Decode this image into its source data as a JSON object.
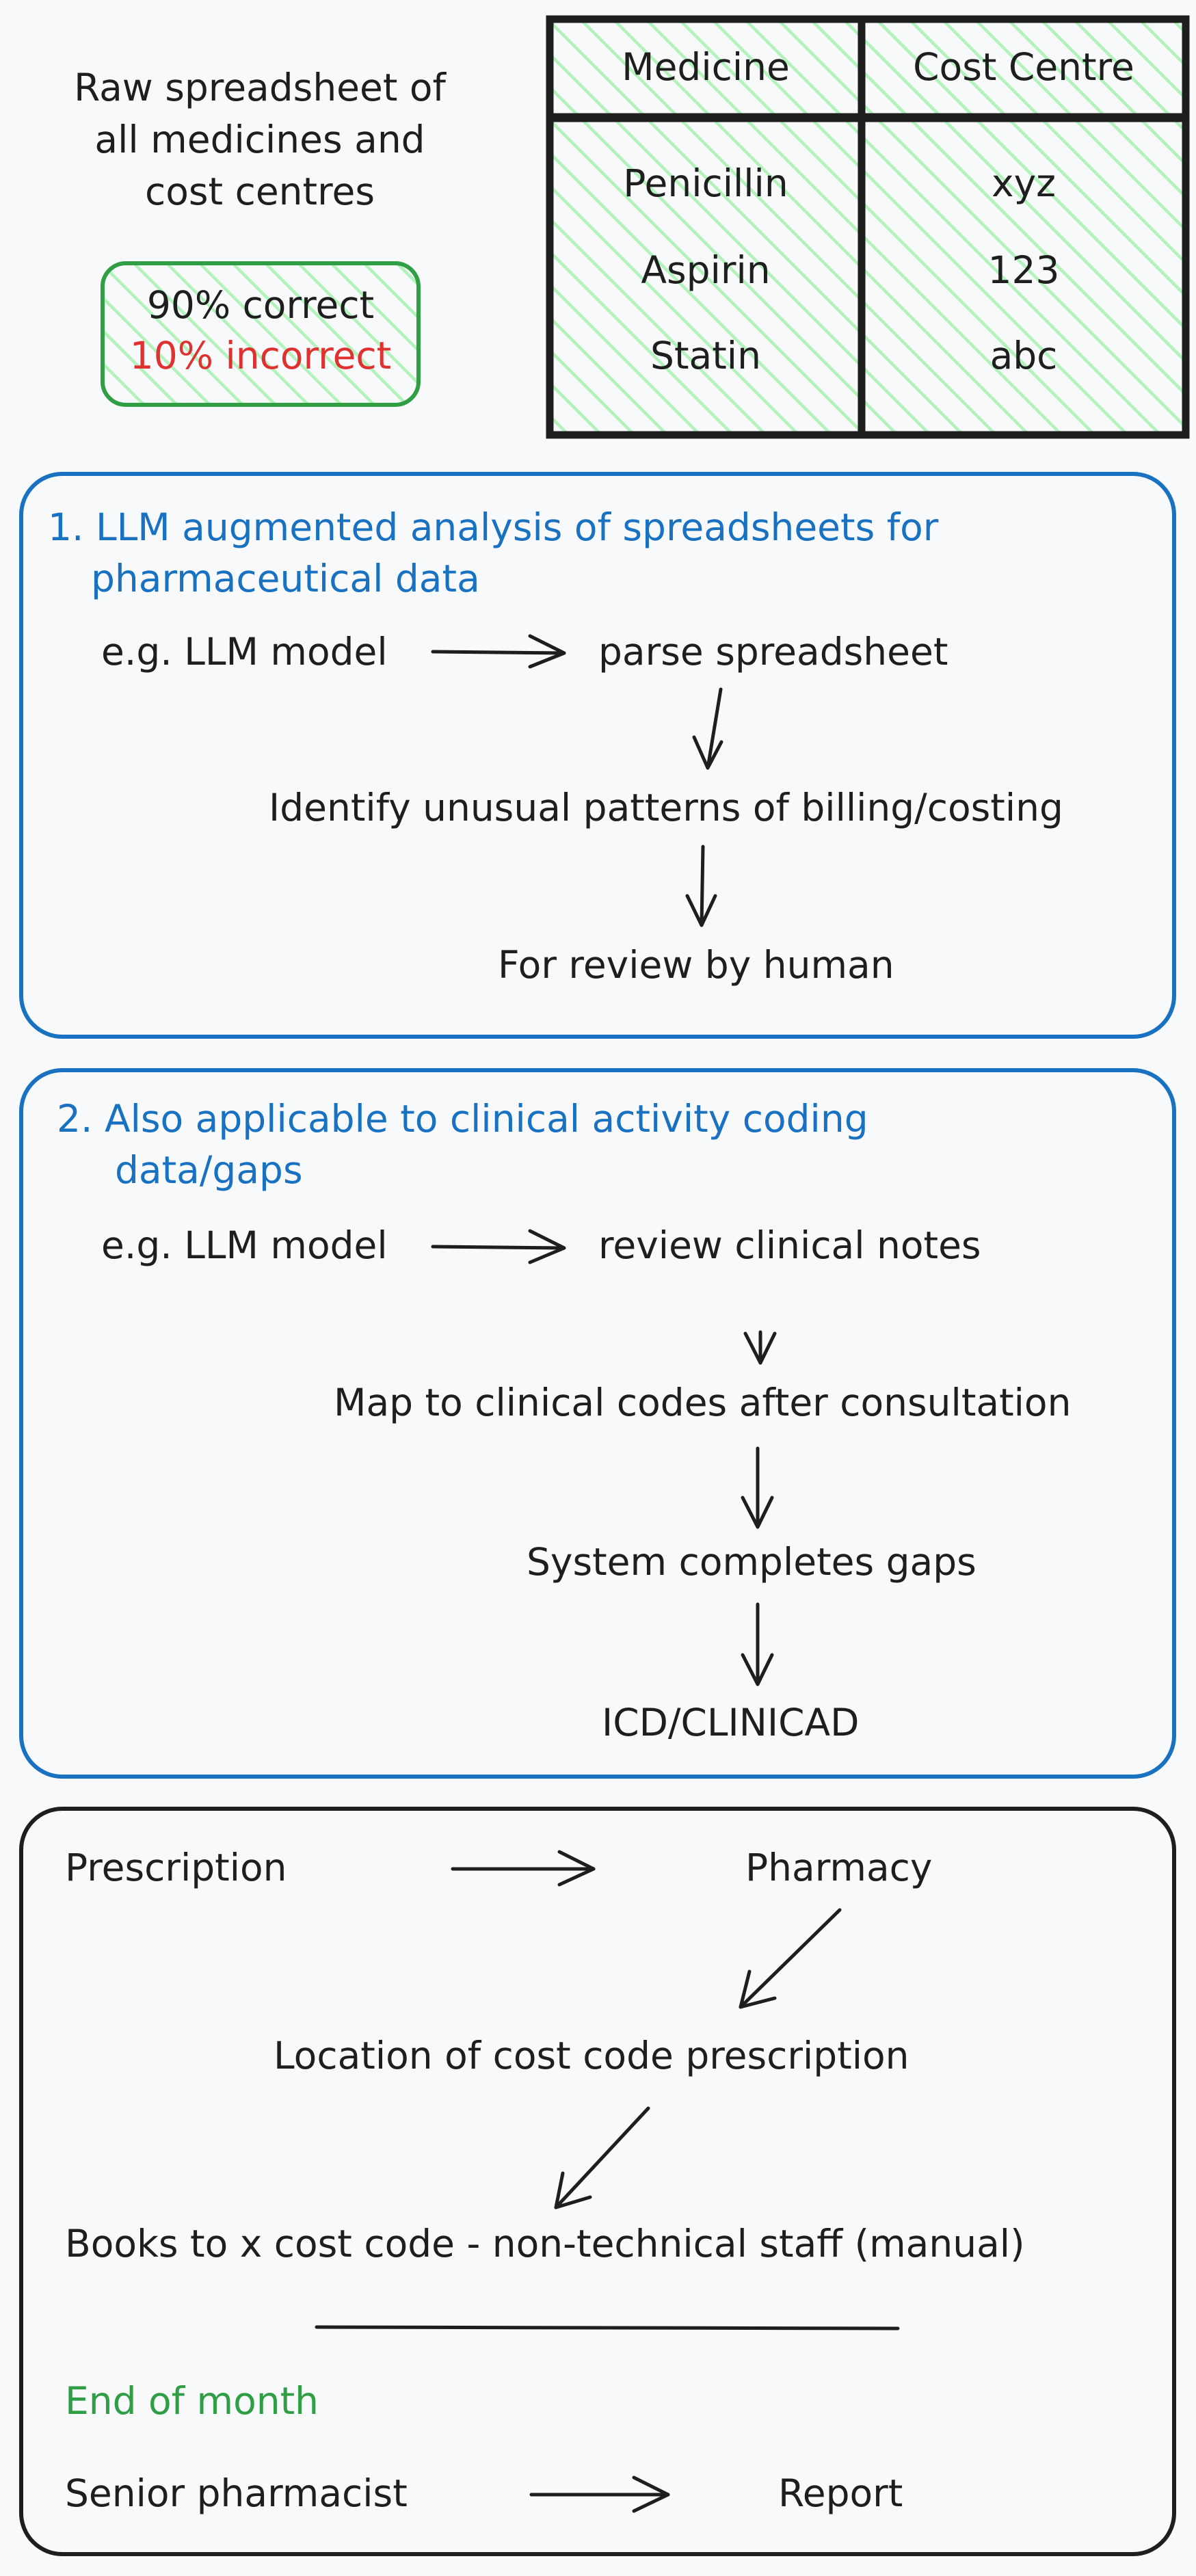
{
  "intro": {
    "heading_lines": [
      "Raw spreadsheet of",
      "all medicines and",
      "cost centres"
    ],
    "badge": {
      "correct": "90% correct",
      "incorrect": "10% incorrect"
    }
  },
  "table": {
    "headers": [
      "Medicine",
      "Cost Centre"
    ],
    "rows": [
      [
        "Penicillin",
        "xyz"
      ],
      [
        "Aspirin",
        "123"
      ],
      [
        "Statin",
        "abc"
      ]
    ]
  },
  "section1": {
    "title_lines": [
      "1. LLM augmented analysis of spreadsheets for",
      "pharmaceutical data"
    ],
    "example": "e.g. LLM model",
    "step1": "parse spreadsheet",
    "step2": "Identify unusual patterns of billing/costing",
    "step3": "For review by human"
  },
  "section2": {
    "title_lines": [
      "2. Also applicable to clinical activity coding",
      "data/gaps"
    ],
    "example": "e.g. LLM model",
    "step1": "review clinical notes",
    "step2": "Map to clinical codes after consultation",
    "step3": "System completes gaps",
    "step4": "ICD/CLINICAD"
  },
  "section3": {
    "prescription": "Prescription",
    "pharmacy": "Pharmacy",
    "location": "Location of cost code prescription",
    "books": "Books to x cost code - non-technical staff (manual)",
    "end_of_month": "End of month",
    "senior": "Senior pharmacist",
    "report": "Report"
  },
  "colors": {
    "stroke": "#1e1e1e",
    "blue": "#1971c2",
    "green": "#2f9e44",
    "red": "#e03131",
    "hatch": "#b2f2bb"
  }
}
